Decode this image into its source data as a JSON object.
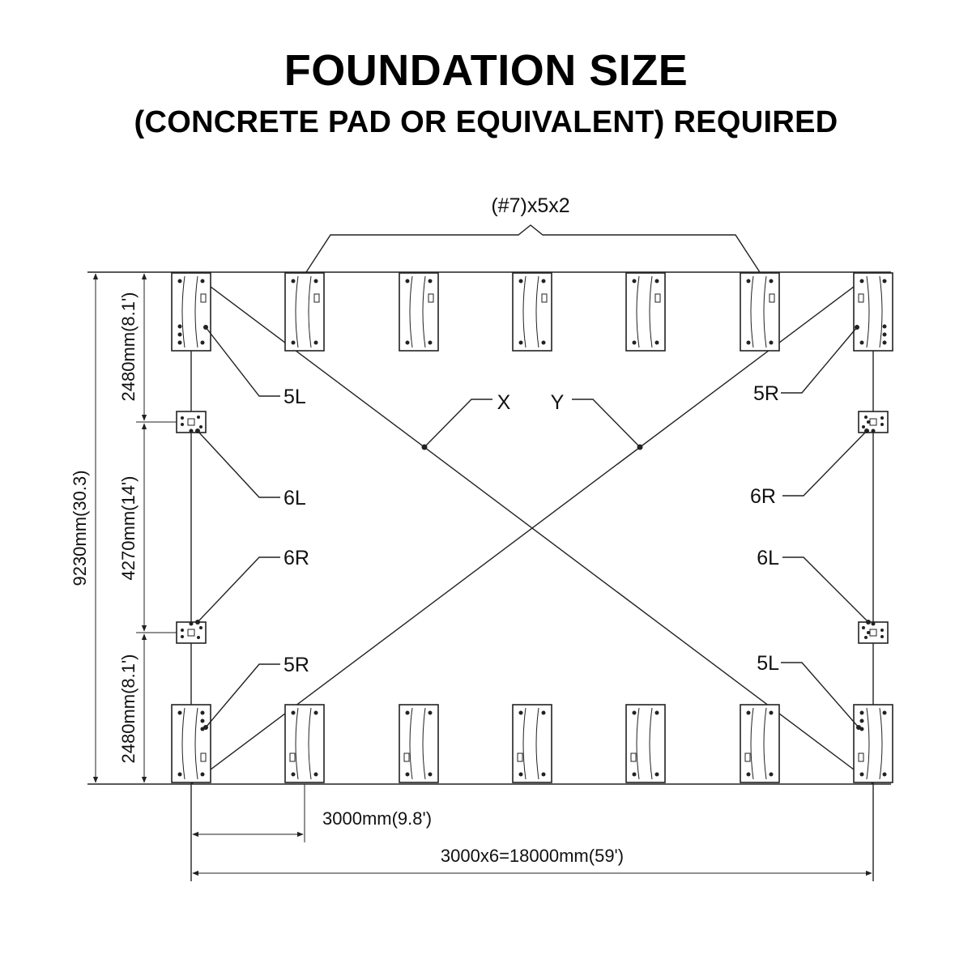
{
  "header": {
    "title": "FOUNDATION SIZE",
    "subtitle": "(CONCRETE PAD OR EQUIVALENT) REQUIRED"
  },
  "labels": {
    "group_count": "(#7)x5x2",
    "x": "X",
    "y": "Y",
    "left_top_corner": "5L",
    "left_upper_mid": "6L",
    "left_lower_mid": "6R",
    "left_bottom_corner": "5R",
    "right_top_corner": "5R",
    "right_upper_mid": "6R",
    "right_lower_mid": "6L",
    "right_bottom_corner": "5L"
  },
  "dimensions": {
    "total_height": "9230mm(30.3)",
    "top_segment": "2480mm(8.1')",
    "middle_segment": "4270mm(14')",
    "bottom_segment": "2480mm(8.1')",
    "bay_width": "3000mm(9.8')",
    "total_width": "3000x6=18000mm(59')"
  }
}
